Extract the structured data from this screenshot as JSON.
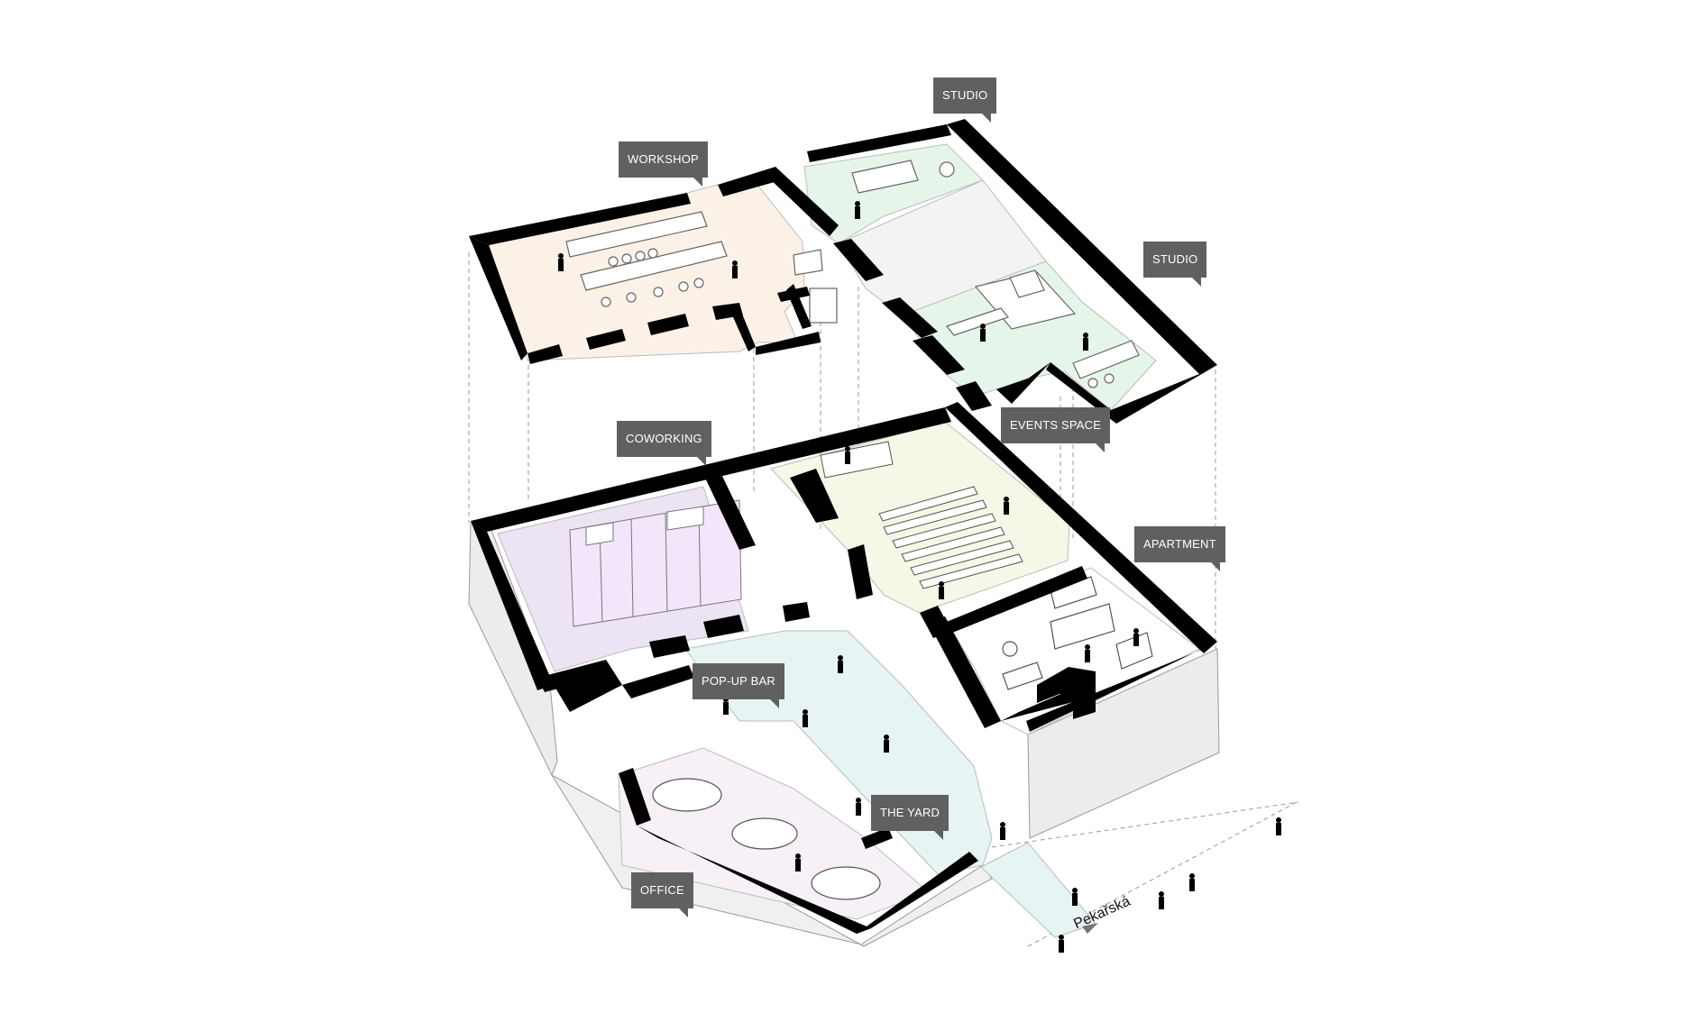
{
  "labels": {
    "studio_top": "STUDIO",
    "workshop": "WORKSHOP",
    "studio_right": "STUDIO",
    "coworking": "COWORKING",
    "events_space": "EVENTS SPACE",
    "apartment": "APARTMENT",
    "popup_bar": "POP-UP BAR",
    "the_yard": "THE YARD",
    "office": "OFFICE"
  },
  "street": {
    "name": "Pekařská"
  },
  "colors": {
    "wall": "#000000",
    "label_bg": "#606060",
    "label_text": "#ffffff",
    "workshop_floor": "#fbf1e6",
    "studio_floor": "#e6f5e9",
    "coworking_floor": "#ece3f4",
    "events_floor": "#f6f7e6",
    "yard_floor": "#e6f4f4",
    "office_floor": "#f7f0f7",
    "apartment_floor": "#ffffff",
    "side_wall": "#ececec"
  }
}
